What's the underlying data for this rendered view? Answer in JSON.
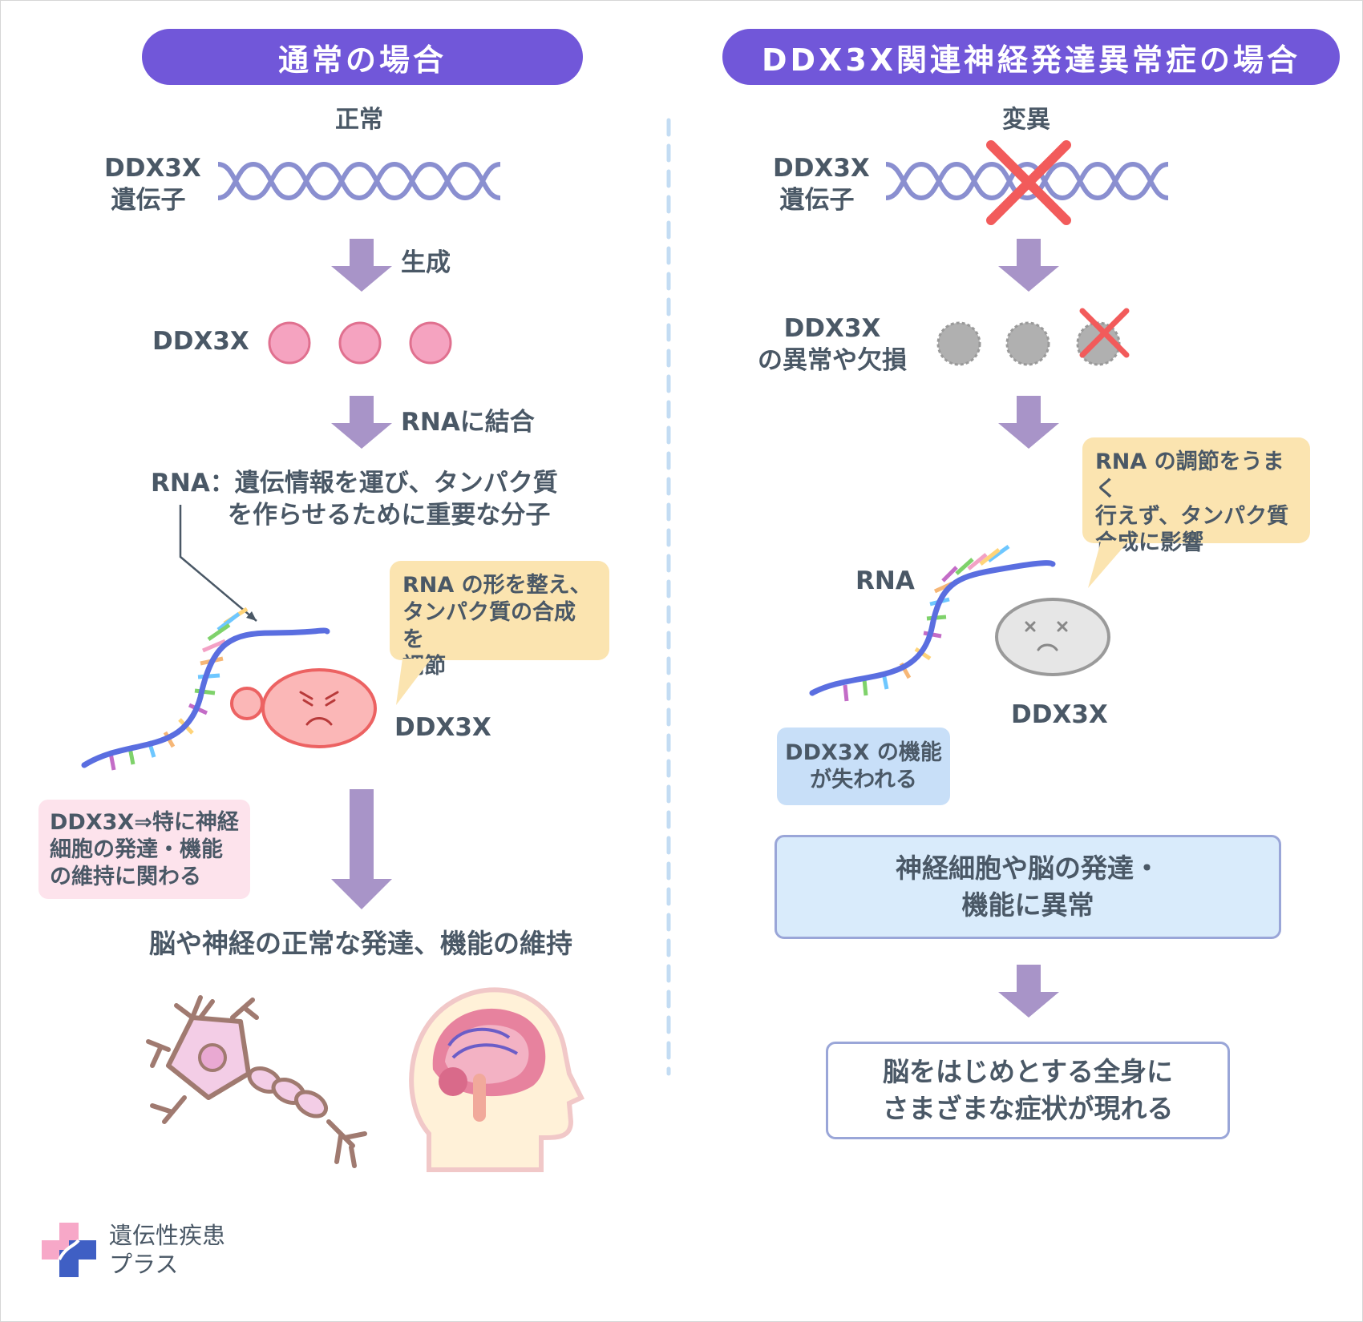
{
  "left": {
    "header": "通常の場合",
    "status": "正常",
    "gene_label": [
      "DDX3X",
      "遺伝子"
    ],
    "step1": "生成",
    "protein_label": "DDX3X",
    "step2": "RNAに結合",
    "rna_desc": [
      "RNA：遺伝情報を運び、タンパク質",
      "を作らせるために重要な分子"
    ],
    "bubble": [
      "RNA の形を整え、",
      "タンパク質の合成を",
      "調節"
    ],
    "ddx3x_label": "DDX3X",
    "note": [
      "DDX3X⇒特に神経",
      "細胞の発達・機能",
      "の維持に関わる"
    ],
    "result": "脳や神経の正常な発達、機能の維持"
  },
  "right": {
    "header": "DDX3X関連神経発達異常症の場合",
    "status": "変異",
    "gene_label": [
      "DDX3X",
      "遺伝子"
    ],
    "protein_label": [
      "DDX3X",
      "の異常や欠損"
    ],
    "bubble": [
      "RNA の調節をうまく",
      "行えず、タンパク質",
      "合成に影響"
    ],
    "rna_label": "RNA",
    "ddx3x_label": "DDX3X",
    "lost": [
      "DDX3X の機能",
      "が失われる"
    ],
    "box1": [
      "神経細胞や脳の発達・",
      "機能に異常"
    ],
    "box2": [
      "脳をはじめとする全身に",
      "さまざまな症状が現れる"
    ]
  },
  "logo": [
    "遺伝性疾患",
    "プラス"
  ],
  "colors": {
    "accent": "#7157d9",
    "arrow": "#a894c8",
    "dna": "#8a8fd0",
    "protein_pink": "#f5a3c0",
    "cross_red": "#f25b5b",
    "gray_protein": "#b0b0b0",
    "bubble_yellow": "#fbe4b0",
    "note_pink": "#fde3ec",
    "lost_blue": "#c8dff8",
    "box_blue": "#d9ebfb",
    "box_border": "#9aa6d8"
  }
}
